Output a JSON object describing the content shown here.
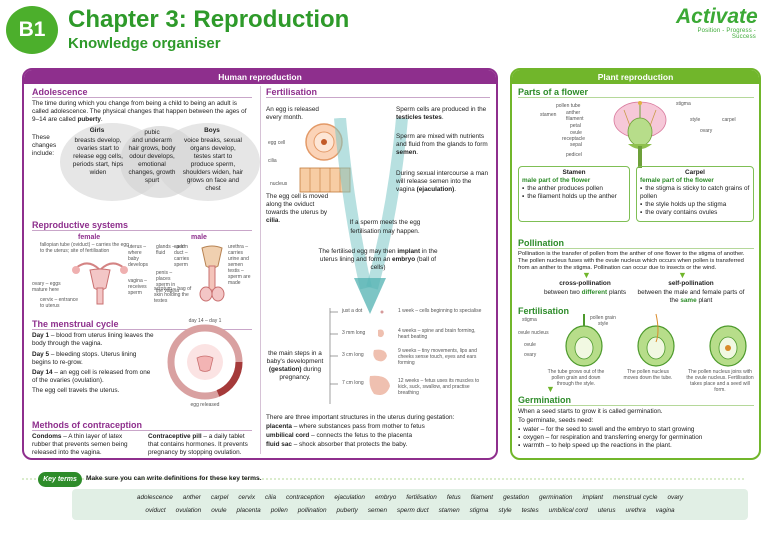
{
  "header": {
    "badge": "B1",
    "title": "Chapter 3: Reproduction",
    "subtitle": "Knowledge organiser",
    "logo_word": "Activate",
    "logo_tagline": "Position - Progress - Success"
  },
  "human": {
    "panel_title": "Human reproduction",
    "adolescence": {
      "heading": "Adolescence",
      "text": "The time during which you change from being a child to being an adult is called adolescence. The physical changes that happen between the ages of 9–14 are called",
      "puberty_word": "puberty",
      "changes_intro": "These changes include:",
      "girls_head": "Girls",
      "girls_text": "breasts develop, ovaries start to release egg cells, periods start, hips widen",
      "public_head": "pubic",
      "public_text": "and underarm hair grows, body odour develops, emotional changes, growth spurt",
      "boys_head": "Boys",
      "boys_text": "voice breaks, sexual organs develop, testes start to produce sperm, shoulders widen, hair grows on face and chest"
    },
    "reproductive_systems": {
      "heading": "Reproductive systems",
      "female_label": "female",
      "male_label": "male",
      "female_note": "fallopian tube (oviduct) – carries the egg to the uterus; site of fertilisation",
      "female_ovary": "ovary – eggs mature here",
      "female_cervix": "cervix – entrance to uterus",
      "female_uterus": "uterus – where baby develops",
      "female_vagina": "vagina – receives sperm",
      "male_sperm_duct": "sperm duct – carries sperm",
      "male_urethra": "urethra – carries urine and semen",
      "male_testis": "testis – sperm are made",
      "male_glands": "glands – add fluid",
      "male_penis": "penis – places sperm in the vagina",
      "male_scrotum": "scrotum – bag of skin holding the testes"
    },
    "menstrual": {
      "heading": "The menstrual cycle",
      "day1_label": "Day 1",
      "day1_text": "– blood from uterus lining leaves the body through the vagina.",
      "day5_label": "Day 5",
      "day5_text": "– bleeding stops. Uterus lining begins to re-grow.",
      "day14_label": "Day 14",
      "day14_text": "– an egg cell is released from one of the ovaries (ovulation).",
      "day14_end": "The egg cell travels the uterus.",
      "cycle_top": "day 14 – day 1",
      "cycle_bottom": "egg released"
    },
    "contraception": {
      "heading": "Methods of contraception",
      "condoms_label": "Condoms",
      "condoms_text": "– A thin layer of latex rubber that prevents semen being released into the vagina.",
      "pill_label": "Contraceptive pill",
      "pill_text": "– a daily tablet that contains hormones. It prevents pregnancy by stopping ovulation."
    },
    "fertilisation": {
      "heading": "Fertilisation",
      "egg_released": "An egg is released every month.",
      "egg_cell_label": "egg cell",
      "cilia_label": "cilia",
      "nucleus_label": "nucleus",
      "egg_moved": "The egg cell is moved along the oviduct towards the uterus by",
      "cilia_word": "cilia",
      "sperm_produced": "Sperm cells are produced in the",
      "testes_word": "testicles testes",
      "sperm_mixed": "Sperm are mixed with nutrients and fluid from the glands to form",
      "semen_word": "semen",
      "intercourse": "During sexual intercourse a man will release semen into the vagina",
      "ejaculation_word": "(ejaculation)",
      "sperm_meets": "If a sperm meets the egg",
      "fert_happens": "fertilisation may happen.",
      "implant_text": "The fertilised egg may then",
      "implant_word": "implant",
      "implant_rest": "in the uterus lining and form an",
      "embryo_word": "embryo",
      "embryo_rest": "(ball of cells)"
    },
    "gestation": {
      "stage_labels": [
        "just a dot",
        "3 mm long",
        "3 cm long",
        "7 cm long"
      ],
      "stage_notes": [
        "1 week – cells beginning to specialise",
        "4 weeks – spine and brain forming, heart beating",
        "9 weeks – tiny movements, lips and cheeks sense touch, eyes and ears forming",
        "12 weeks – fetus uses its muscles to kick, suck, swallow, and practise breathing"
      ],
      "main_steps": "the main steps in a baby's development",
      "gestation_word": "(gestation)",
      "during_pregnancy": "during pregnancy.",
      "structures_intro": "There are three important structures in the uterus during gestation:",
      "placenta_label": "placenta",
      "placenta_text": "– where substances pass from mother to fetus",
      "umbilical_label": "umbilical cord",
      "umbilical_text": "– connects the fetus to the placenta",
      "fluid_label": "fluid sac",
      "fluid_text": "– shock absorber that protects the baby."
    }
  },
  "plant": {
    "panel_title": "Plant reproduction",
    "parts": {
      "heading": "Parts of a flower",
      "labels_left": [
        "pollen tube",
        "anther",
        "filament",
        "petal",
        "ovule",
        "receptacle",
        "sepal",
        "pedicel"
      ],
      "stamen_label": "stamen",
      "labels_right": [
        "stigma",
        "style",
        "ovary"
      ],
      "carpel_label": "carpel",
      "stamen_box_title": "Stamen",
      "stamen_def": "male part of the flower",
      "stamen_bullets": [
        "the anther produces pollen",
        "the filament holds up the anther"
      ],
      "carpel_box_title": "Carpel",
      "carpel_def": "female part of the flower",
      "carpel_bullets": [
        "the stigma is sticky to catch grains of pollen",
        "the style holds up the stigma",
        "the ovary contains ovules"
      ]
    },
    "pollination": {
      "heading": "Pollination",
      "text": "Pollination is the transfer of pollen from the anther of one flower to the stigma of another. The pollen nucleus fuses with the ovule nucleus which occurs when pollen is transferred from an anther to the stigma. Pollination can occur due to insects or the wind.",
      "cross_title": "cross-pollination",
      "cross_text": "between two",
      "cross_em": "different",
      "cross_end": "plants",
      "self_title": "self-pollination",
      "self_text": "between the male and female parts of the",
      "self_em": "same",
      "self_end": "plant"
    },
    "fertilisation": {
      "heading": "Fertilisation",
      "labels": [
        "stigma",
        "pollen grain",
        "style",
        "ovule nucleus",
        "ovule",
        "ovary"
      ],
      "captions": [
        "The tube grows out of the pollen grain and down through the style.",
        "The pollen nucleus moves down the tube.",
        "The pollen nucleus joins with the ovule nucleus. Fertilisation takes place and a seed will form."
      ]
    },
    "germination": {
      "heading": "Germination",
      "text": "When a seed starts to grow it is called germination.",
      "needs": "To germinate, seeds need:",
      "bullets": [
        "water – for the seed to swell and the embryo to start growing",
        "oxygen – for respiration and transferring energy for germination",
        "warmth – to help speed up the reactions in the plant."
      ]
    }
  },
  "key_terms": {
    "badge": "Key terms",
    "prompt": "Make sure you can write definitions for these key terms.",
    "row1": [
      "adolescence",
      "anther",
      "carpel",
      "cervix",
      "cilia",
      "contraception",
      "ejaculation",
      "embryo",
      "fertilisation",
      "fetus",
      "filament",
      "gestation",
      "germination",
      "implant",
      "menstrual cycle",
      "ovary"
    ],
    "row2": [
      "oviduct",
      "ovulation",
      "ovule",
      "placenta",
      "pollen",
      "pollination",
      "puberty",
      "semen",
      "sperm duct",
      "stamen",
      "stigma",
      "style",
      "testes",
      "umbilical cord",
      "uterus",
      "urethra",
      "vagina"
    ]
  },
  "colors": {
    "accent_purple": "#8e2f8d",
    "accent_green": "#71b62b",
    "title_green": "#2e9a2a"
  }
}
